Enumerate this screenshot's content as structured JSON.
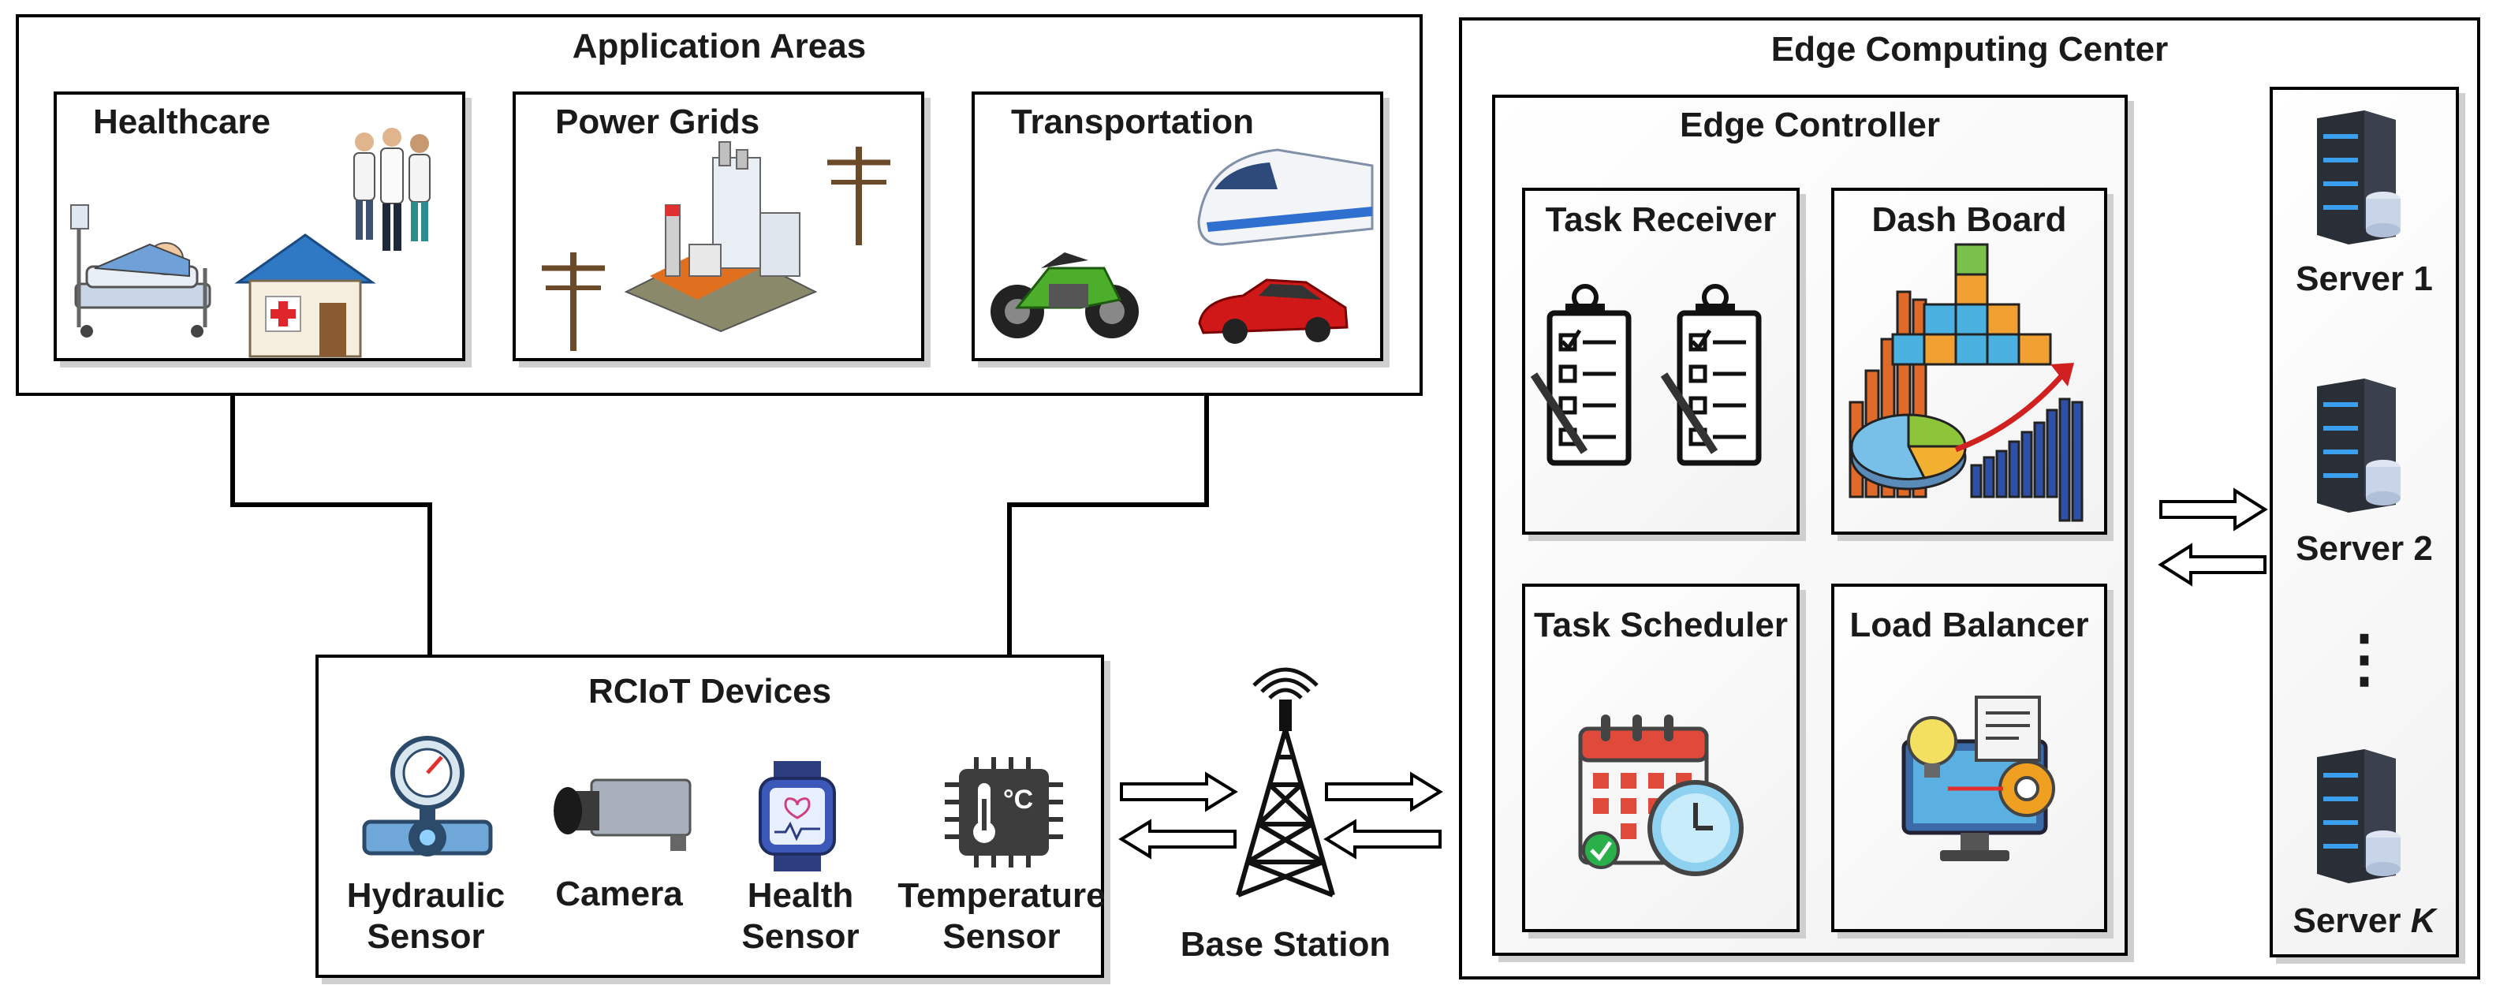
{
  "application_areas": {
    "title": "Application Areas",
    "healthcare": "Healthcare",
    "power_grids": "Power Grids",
    "transportation": "Transportation"
  },
  "rciot_devices": {
    "title": "RCIoT Devices",
    "hydraulic_sensor": [
      "Hydraulic",
      "Sensor"
    ],
    "camera": "Camera",
    "health_sensor": [
      "Health",
      "Sensor"
    ],
    "temperature_sensor": [
      "Temperature",
      "Sensor"
    ],
    "temp_symbol": "°C"
  },
  "base_station": "Base Station",
  "edge_center": {
    "title": "Edge Computing Center",
    "controller_title": "Edge Controller",
    "task_receiver": "Task Receiver",
    "dash_board": "Dash Board",
    "task_scheduler": "Task Scheduler",
    "load_balancer": "Load Balancer",
    "servers": {
      "s1": "Server 1",
      "s2": "Server 2",
      "sk_prefix": "Server ",
      "sk_var": "K"
    },
    "ellipsis": "⋮"
  },
  "icons": [
    "hospital-bed-icon",
    "doctors-icon",
    "clinic-icon",
    "power-plant-icon",
    "power-pole-icon",
    "motorcycle-icon",
    "train-icon",
    "car-icon",
    "pressure-gauge-icon",
    "camera-icon",
    "smartwatch-icon",
    "temperature-chip-icon",
    "antenna-tower-icon",
    "clipboard-icon",
    "charts-icon",
    "calendar-clock-icon",
    "monitor-gear-icon",
    "server-icon"
  ]
}
